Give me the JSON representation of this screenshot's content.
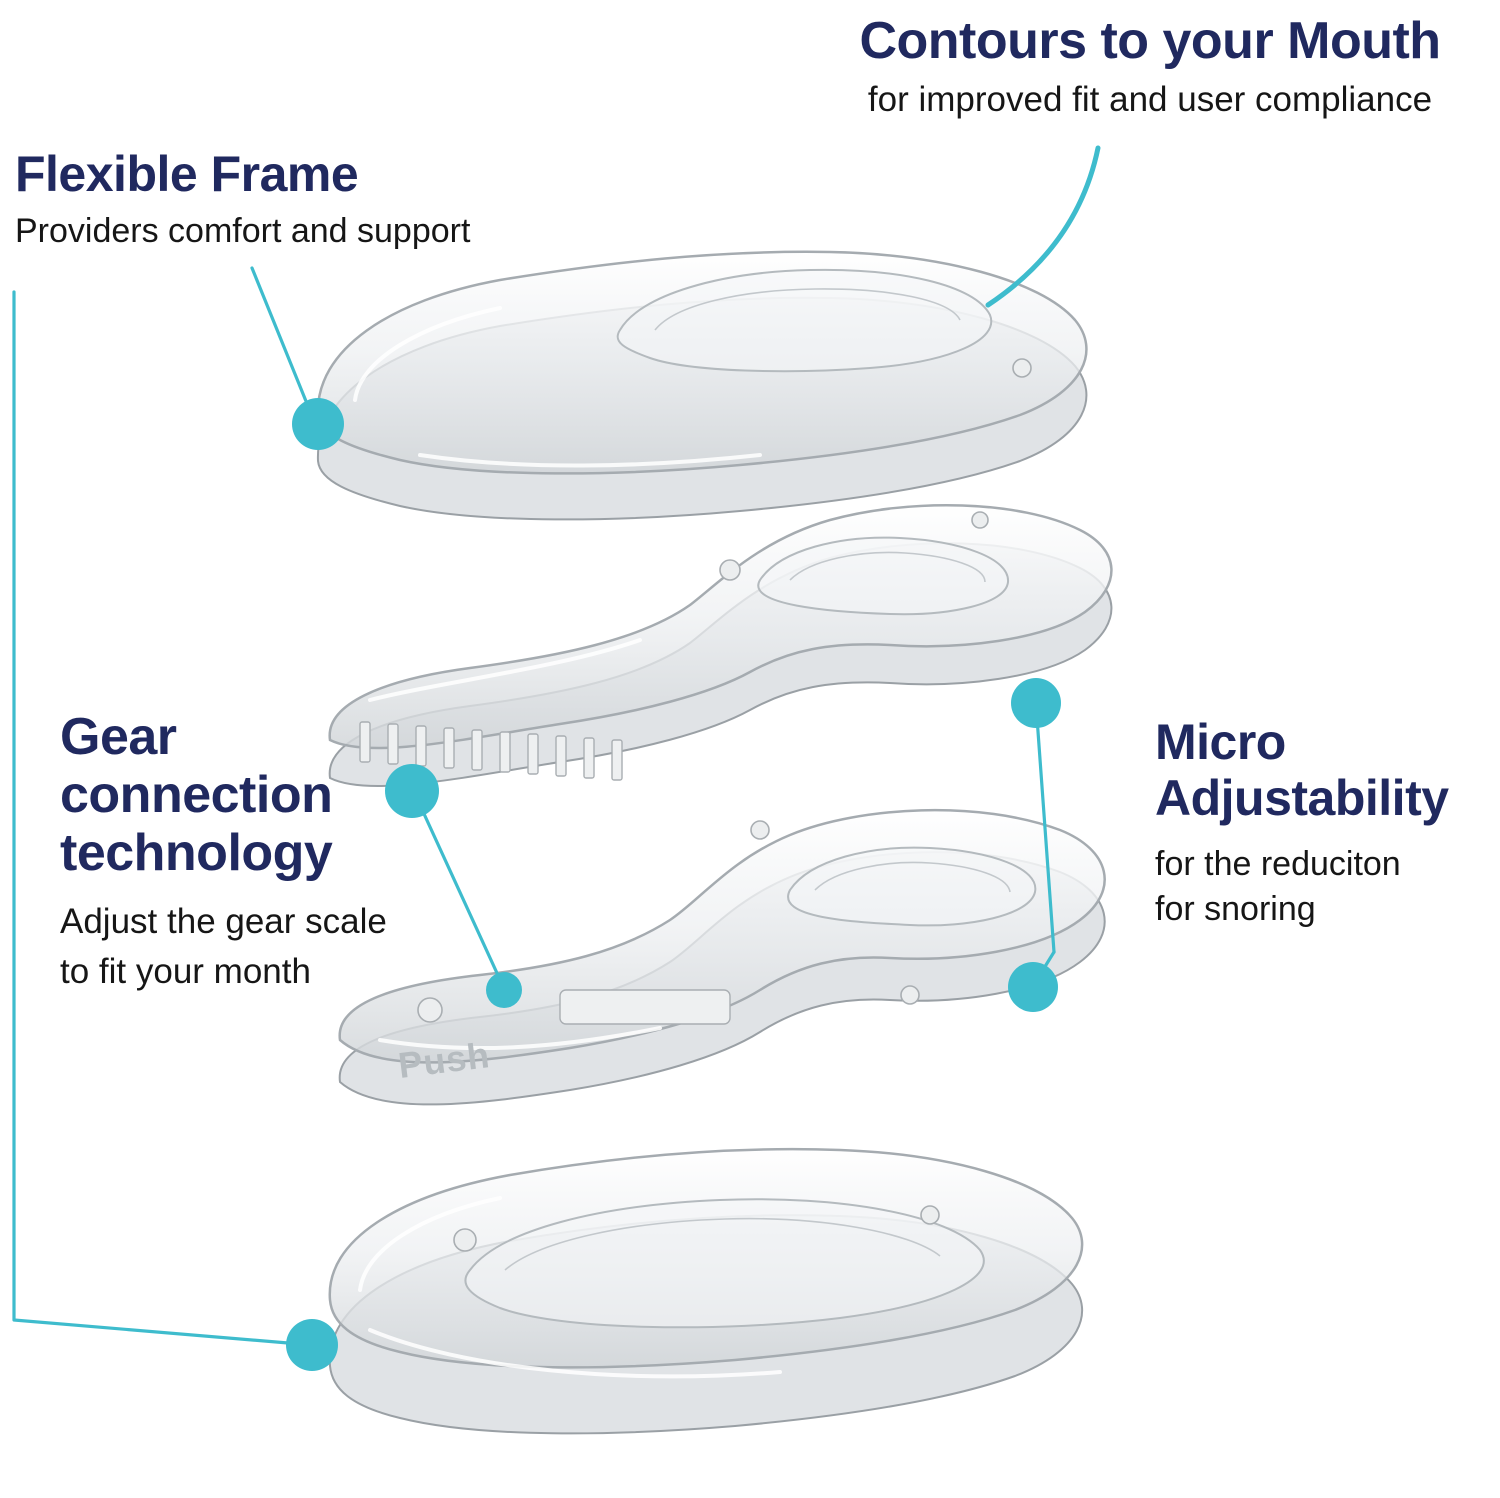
{
  "colors": {
    "accent_teal": "#3ebccd",
    "heading_navy": "#20295f",
    "body_text": "#161616",
    "product_stroke": "#a5abb0"
  },
  "callouts": {
    "contours": {
      "title": "Contours to your Mouth",
      "subtitle": "for improved fit and user compliance"
    },
    "flexible_frame": {
      "title": "Flexible Frame",
      "subtitle": "Providers comfort and support"
    },
    "gear_connection": {
      "title_lines": [
        "Gear",
        "connection",
        "technology"
      ],
      "subtitle_lines": [
        "Adjust the gear scale",
        "to fit your month"
      ]
    },
    "micro_adjustability": {
      "title_lines": [
        "Micro",
        "Adjustability"
      ],
      "subtitle_lines": [
        "for the reduciton",
        "for snoring"
      ]
    }
  },
  "product": {
    "embossed_label": "Push"
  }
}
